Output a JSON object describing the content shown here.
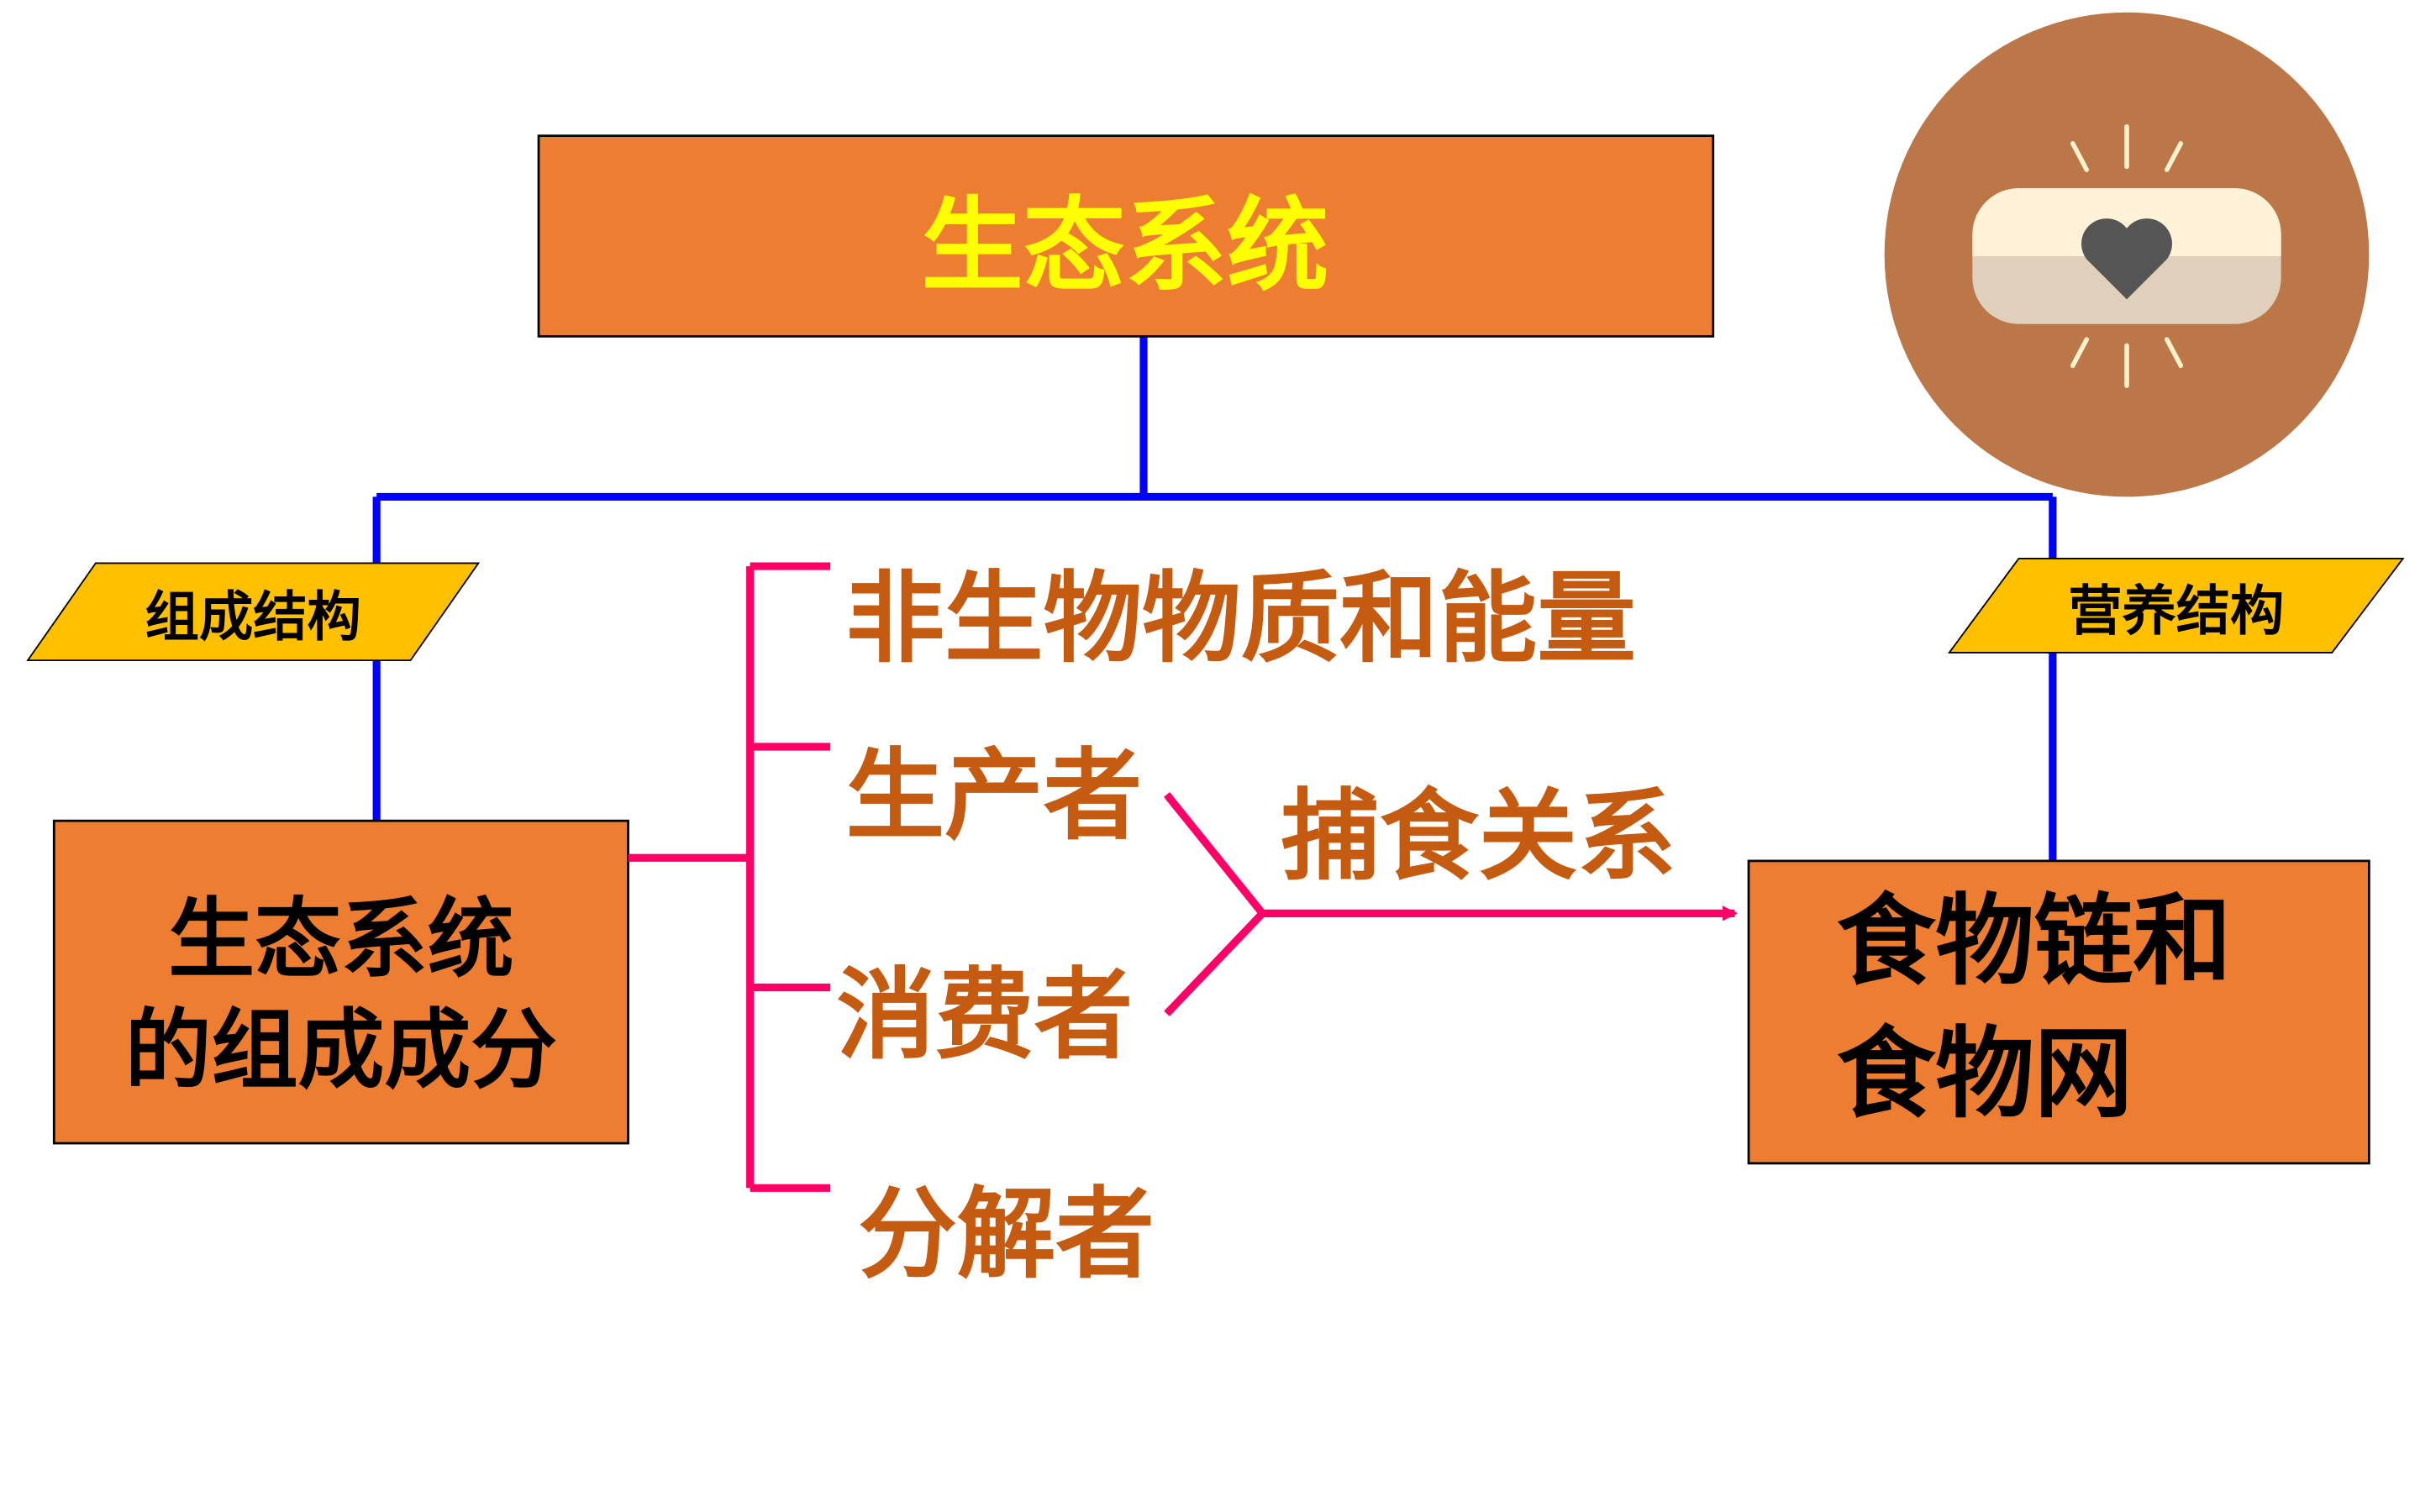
{
  "title": "生态系统",
  "left_tag": "组成结构",
  "right_tag": "营养结构",
  "left_box": {
    "line1": "生态系统",
    "line2": "的组成成分"
  },
  "components": {
    "abiotic": "非生物物质和能量",
    "producer": "生产者",
    "consumer": "消费者",
    "decomposer": "分解者"
  },
  "relation_label": "捕食关系",
  "right_box": {
    "line1": "食物链和",
    "line2": "食物网"
  },
  "colors": {
    "box_fill": "#ED7D31",
    "title_text": "#FFFF00",
    "tag_fill": "#FFC000",
    "tree_line": "#0000FF",
    "brace_line": "#FF0066",
    "component_text": "#C55A11",
    "badge_circle": "#BC7748"
  },
  "badge_icon": "heart-bandage-icon"
}
